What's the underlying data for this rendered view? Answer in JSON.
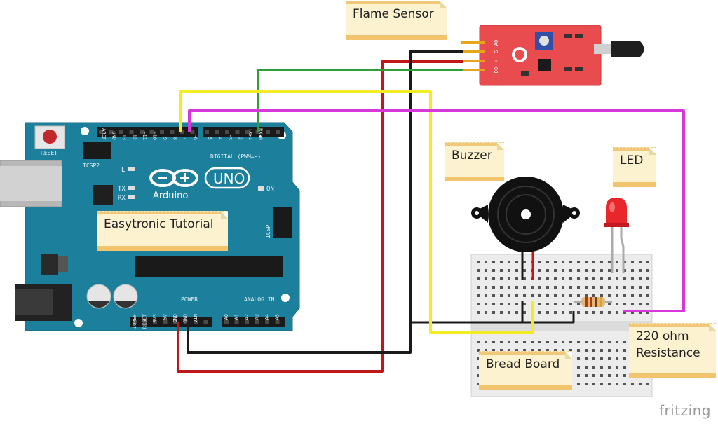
{
  "labels": {
    "flame_sensor": "Flame Sensor",
    "buzzer": "Buzzer",
    "led": "LED",
    "easytronic": "Easytronic Tutorial",
    "resistance": "220 ohm\nResistance",
    "breadboard": "Bread Board"
  },
  "board": {
    "brand": "Arduino",
    "model": "UNO",
    "reset": "RESET",
    "icsp2": "ICSP2",
    "icsp": "ICSP",
    "digital": "DIGITAL (PWM=~)",
    "power": "POWER",
    "analog_in": "ANALOG IN",
    "led_l": "L",
    "tx": "TX",
    "rx": "RX",
    "on": "ON",
    "top_pins": [
      "AREF",
      "GND",
      "13",
      "12",
      "~11",
      "~10",
      "~9",
      "8",
      "7",
      "~6",
      "~5",
      "4",
      "~3",
      "2",
      "TX▶1",
      "RX◀0"
    ],
    "bottom_pins": [
      "IOREF",
      "RESET",
      "3V3",
      "5V",
      "GND",
      "GND",
      "VIN",
      "A0",
      "A1",
      "A2",
      "A3",
      "A4",
      "A5"
    ]
  },
  "sensor_pins": [
    "AO",
    "G",
    "+",
    "DO"
  ],
  "watermark": "fritzing",
  "colors": {
    "board": "#1b7f9a",
    "sensor": "#e44d4d",
    "wire_red": "#c0171b",
    "wire_black": "#1a1a1a",
    "wire_green": "#2f9e34",
    "wire_yellow": "#f3ec24",
    "wire_magenta": "#d837d9",
    "note_bg": "#fdf2cf"
  }
}
